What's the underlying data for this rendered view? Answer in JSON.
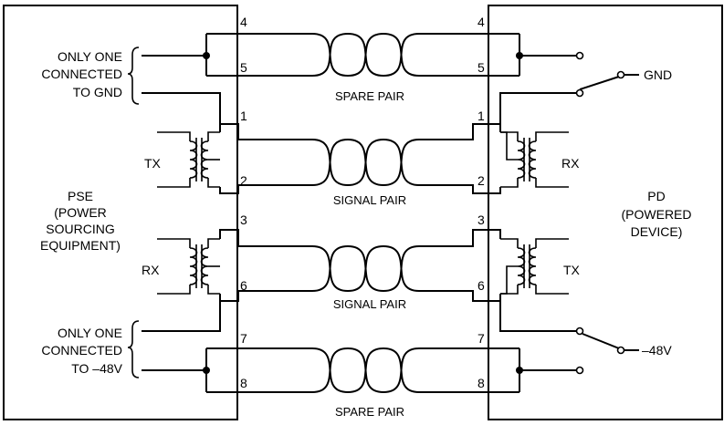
{
  "pse": {
    "lines": [
      "PSE",
      "(POWER",
      "SOURCING",
      "EQUIPMENT)"
    ],
    "note_top": [
      "ONLY ONE",
      "CONNECTED",
      "TO GND"
    ],
    "note_bottom": [
      "ONLY ONE",
      "CONNECTED",
      "TO –48V"
    ],
    "tx_label": "TX",
    "rx_label": "RX"
  },
  "pd": {
    "lines": [
      "PD",
      "(POWERED",
      "DEVICE)"
    ],
    "rx_label": "RX",
    "tx_label": "TX",
    "gnd_label": "GND",
    "neg_label": "–48V"
  },
  "pairs": {
    "spare_top": "SPARE PAIR",
    "signal_1": "SIGNAL PAIR",
    "signal_2": "SIGNAL PAIR",
    "spare_bottom": "SPARE PAIR"
  },
  "pins": {
    "left": [
      "4",
      "5",
      "1",
      "2",
      "3",
      "6",
      "7",
      "8"
    ],
    "right": [
      "4",
      "5",
      "1",
      "2",
      "3",
      "6",
      "7",
      "8"
    ]
  }
}
